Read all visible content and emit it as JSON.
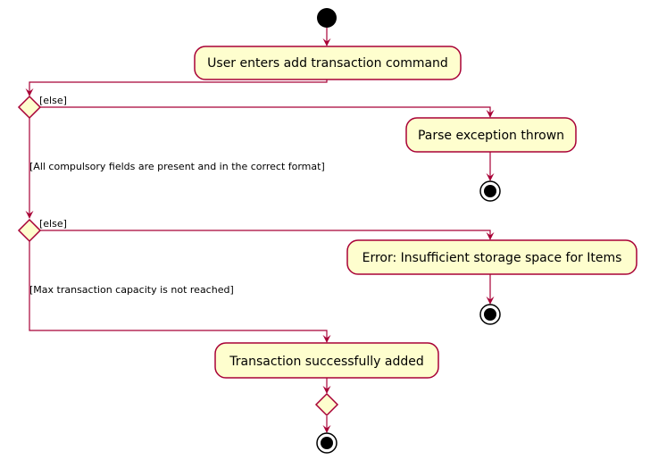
{
  "diagram": {
    "type": "activity",
    "colors": {
      "line": "#A80036",
      "action_fill": "#FEFECE",
      "node": "#000000"
    },
    "actions": {
      "add_command": "User enters add transaction command",
      "parse_exception": "Parse exception thrown",
      "insufficient_space": "Error: Insufficient storage space for Items",
      "success": "Transaction successfully added"
    },
    "guards": {
      "else_1": "[else]",
      "fields_valid": "[All compulsory fields are present and in the correct format]",
      "else_2": "[else]",
      "capacity_ok": "[Max transaction capacity is not reached]"
    }
  }
}
